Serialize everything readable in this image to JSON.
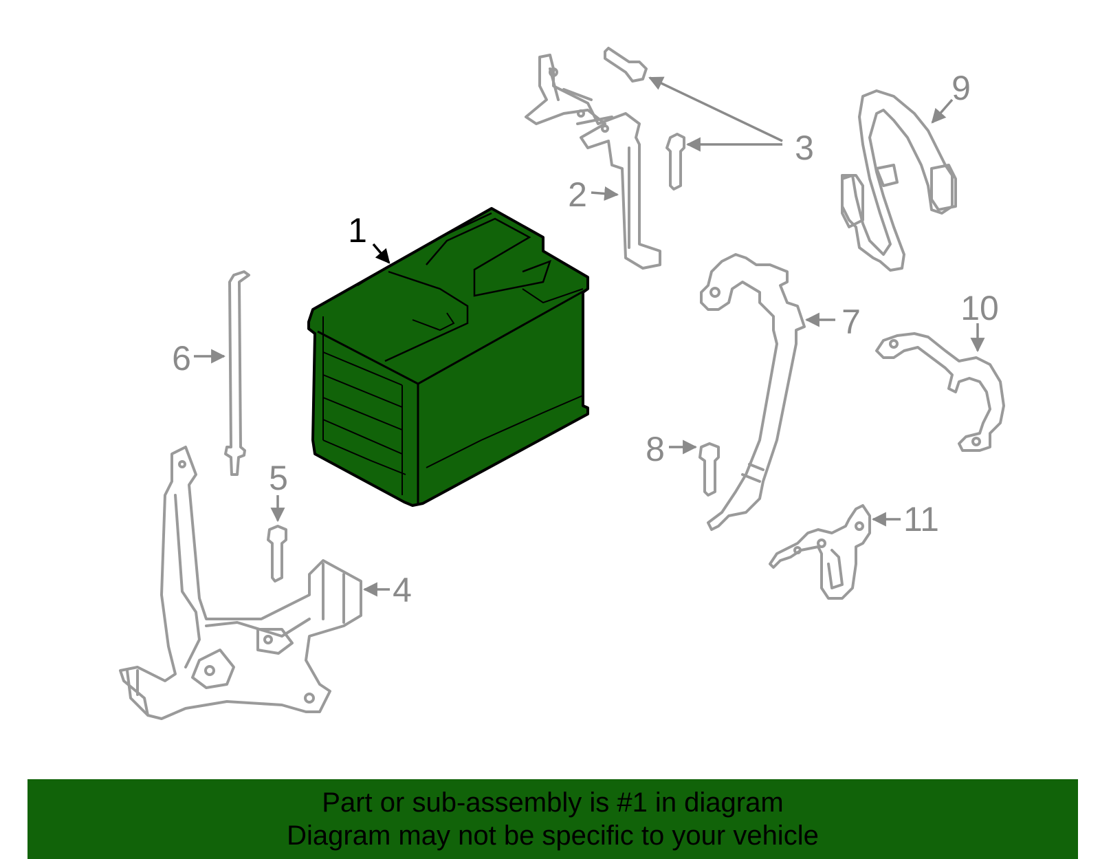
{
  "diagram": {
    "highlight_color": "#116309",
    "highlighted_part": "1",
    "callouts": [
      "1",
      "2",
      "3",
      "4",
      "5",
      "6",
      "7",
      "8",
      "9",
      "10",
      "11"
    ]
  },
  "banner": {
    "line1": "Part or sub-assembly is #1 in diagram",
    "line2": "Diagram may not be specific to your vehicle",
    "color": "#116309"
  }
}
